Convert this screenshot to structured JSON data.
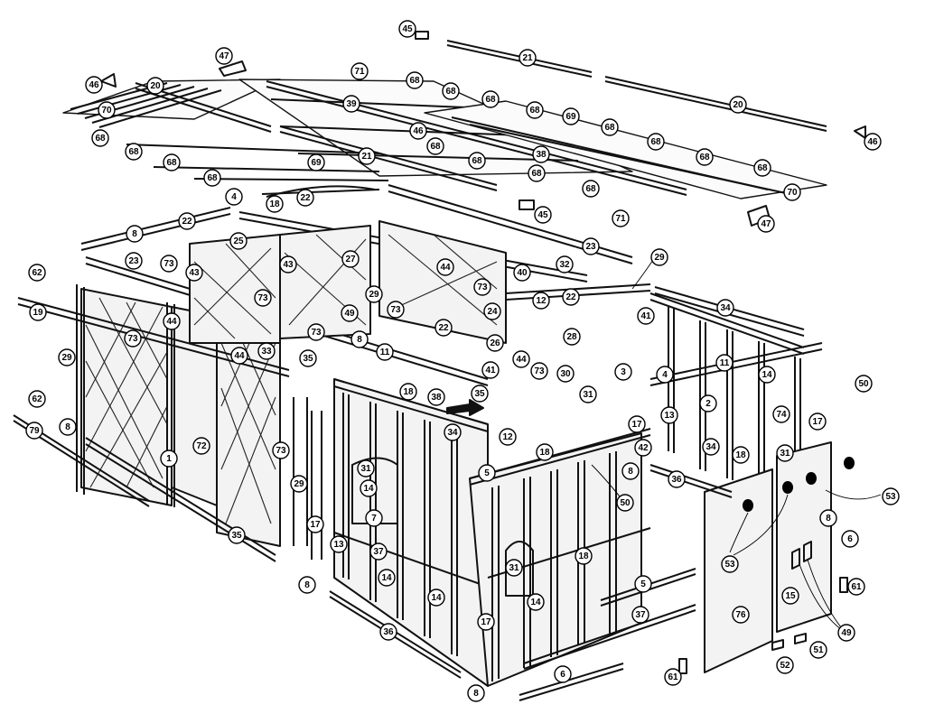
{
  "callouts": [
    {
      "id": "c45a",
      "label": "45"
    },
    {
      "id": "c21a",
      "label": "21"
    },
    {
      "id": "c47a",
      "label": "47"
    },
    {
      "id": "c71a",
      "label": "71"
    },
    {
      "id": "c46a",
      "label": "46"
    },
    {
      "id": "c20a",
      "label": "20"
    },
    {
      "id": "c68a",
      "label": "68"
    },
    {
      "id": "c68b",
      "label": "68"
    },
    {
      "id": "c68c",
      "label": "68"
    },
    {
      "id": "c39a",
      "label": "39"
    },
    {
      "id": "c70a",
      "label": "70"
    },
    {
      "id": "c68d",
      "label": "68"
    },
    {
      "id": "c69a",
      "label": "69"
    },
    {
      "id": "c20b",
      "label": "20"
    },
    {
      "id": "c46b",
      "label": "46"
    },
    {
      "id": "c68e",
      "label": "68"
    },
    {
      "id": "c68f",
      "label": "68"
    },
    {
      "id": "c68g",
      "label": "68"
    },
    {
      "id": "c38a",
      "label": "38"
    },
    {
      "id": "c68h",
      "label": "68"
    },
    {
      "id": "c46c",
      "label": "46"
    },
    {
      "id": "c68i",
      "label": "68"
    },
    {
      "id": "c68j",
      "label": "68"
    },
    {
      "id": "c68k",
      "label": "68"
    },
    {
      "id": "c68l",
      "label": "68"
    },
    {
      "id": "c21b",
      "label": "21"
    },
    {
      "id": "c69b",
      "label": "69"
    },
    {
      "id": "c68m",
      "label": "68"
    },
    {
      "id": "c68n",
      "label": "68"
    },
    {
      "id": "c68o",
      "label": "68"
    },
    {
      "id": "c68p",
      "label": "68"
    },
    {
      "id": "c70b",
      "label": "70"
    },
    {
      "id": "c4a",
      "label": "4"
    },
    {
      "id": "c18a",
      "label": "18"
    },
    {
      "id": "c22a",
      "label": "22"
    },
    {
      "id": "c68q",
      "label": "68"
    },
    {
      "id": "c45b",
      "label": "45"
    },
    {
      "id": "c71b",
      "label": "71"
    },
    {
      "id": "c47b",
      "label": "47"
    },
    {
      "id": "c22b",
      "label": "22"
    },
    {
      "id": "c8a",
      "label": "8"
    },
    {
      "id": "c25a",
      "label": "25"
    },
    {
      "id": "c23a",
      "label": "23"
    },
    {
      "id": "c29a",
      "label": "29"
    },
    {
      "id": "c23b",
      "label": "23"
    },
    {
      "id": "c73a",
      "label": "73"
    },
    {
      "id": "c43a",
      "label": "43"
    },
    {
      "id": "c43b",
      "label": "43"
    },
    {
      "id": "c27a",
      "label": "27"
    },
    {
      "id": "c44a",
      "label": "44"
    },
    {
      "id": "c32a",
      "label": "32"
    },
    {
      "id": "c40a",
      "label": "40"
    },
    {
      "id": "c73b",
      "label": "73"
    },
    {
      "id": "c62a",
      "label": "62"
    },
    {
      "id": "c19a",
      "label": "19"
    },
    {
      "id": "c73c",
      "label": "73"
    },
    {
      "id": "c29b",
      "label": "29"
    },
    {
      "id": "c12a",
      "label": "12"
    },
    {
      "id": "c22c",
      "label": "22"
    },
    {
      "id": "c34a",
      "label": "34"
    },
    {
      "id": "c41a",
      "label": "41"
    },
    {
      "id": "c44b",
      "label": "44"
    },
    {
      "id": "c73d",
      "label": "73"
    },
    {
      "id": "c49a",
      "label": "49"
    },
    {
      "id": "c24a",
      "label": "24"
    },
    {
      "id": "c73e",
      "label": "73"
    },
    {
      "id": "c22d",
      "label": "22"
    },
    {
      "id": "c28a",
      "label": "28"
    },
    {
      "id": "c73f",
      "label": "73"
    },
    {
      "id": "c26a",
      "label": "26"
    },
    {
      "id": "c29c",
      "label": "29"
    },
    {
      "id": "c8b",
      "label": "8"
    },
    {
      "id": "c44c",
      "label": "44"
    },
    {
      "id": "c33a",
      "label": "33"
    },
    {
      "id": "c11a",
      "label": "11"
    },
    {
      "id": "c41b",
      "label": "41"
    },
    {
      "id": "c44d",
      "label": "44"
    },
    {
      "id": "c35a",
      "label": "35"
    },
    {
      "id": "c73g",
      "label": "73"
    },
    {
      "id": "c30a",
      "label": "30"
    },
    {
      "id": "c3a",
      "label": "3"
    },
    {
      "id": "c4b",
      "label": "4"
    },
    {
      "id": "c11b",
      "label": "11"
    },
    {
      "id": "c14a",
      "label": "14"
    },
    {
      "id": "c50a",
      "label": "50"
    },
    {
      "id": "c62b",
      "label": "62"
    },
    {
      "id": "c18b",
      "label": "18"
    },
    {
      "id": "c38b",
      "label": "38"
    },
    {
      "id": "c35b",
      "label": "35"
    },
    {
      "id": "c31a",
      "label": "31"
    },
    {
      "id": "c2a",
      "label": "2"
    },
    {
      "id": "c13a",
      "label": "13"
    },
    {
      "id": "c74a",
      "label": "74"
    },
    {
      "id": "c17a",
      "label": "17"
    },
    {
      "id": "c8c",
      "label": "8"
    },
    {
      "id": "c79a",
      "label": "79"
    },
    {
      "id": "c34b",
      "label": "34"
    },
    {
      "id": "c12b",
      "label": "12"
    },
    {
      "id": "c17b",
      "label": "17"
    },
    {
      "id": "c42a",
      "label": "42"
    },
    {
      "id": "c34c",
      "label": "34"
    },
    {
      "id": "c18c",
      "label": "18"
    },
    {
      "id": "c31b",
      "label": "31"
    },
    {
      "id": "c1a",
      "label": "1"
    },
    {
      "id": "c72a",
      "label": "72"
    },
    {
      "id": "c73h",
      "label": "73"
    },
    {
      "id": "c5a",
      "label": "5"
    },
    {
      "id": "c18d",
      "label": "18"
    },
    {
      "id": "c31c",
      "label": "31"
    },
    {
      "id": "c29d",
      "label": "29"
    },
    {
      "id": "c14b",
      "label": "14"
    },
    {
      "id": "c8d",
      "label": "8"
    },
    {
      "id": "c36a",
      "label": "36"
    },
    {
      "id": "c50b",
      "label": "50"
    },
    {
      "id": "c53a",
      "label": "53"
    },
    {
      "id": "c7a",
      "label": "7"
    },
    {
      "id": "c17c",
      "label": "17"
    },
    {
      "id": "c8e",
      "label": "8"
    },
    {
      "id": "c35c",
      "label": "35"
    },
    {
      "id": "c13b",
      "label": "13"
    },
    {
      "id": "c37a",
      "label": "37"
    },
    {
      "id": "c6a",
      "label": "6"
    },
    {
      "id": "c18e",
      "label": "18"
    },
    {
      "id": "c53b",
      "label": "53"
    },
    {
      "id": "c31d",
      "label": "31"
    },
    {
      "id": "c8f",
      "label": "8"
    },
    {
      "id": "c14c",
      "label": "14"
    },
    {
      "id": "c5b",
      "label": "5"
    },
    {
      "id": "c61a",
      "label": "61"
    },
    {
      "id": "c14d",
      "label": "14"
    },
    {
      "id": "c14e",
      "label": "14"
    },
    {
      "id": "c15a",
      "label": "15"
    },
    {
      "id": "c76a",
      "label": "76"
    },
    {
      "id": "c17d",
      "label": "17"
    },
    {
      "id": "c37b",
      "label": "37"
    },
    {
      "id": "c49b",
      "label": "49"
    },
    {
      "id": "c36b",
      "label": "36"
    },
    {
      "id": "c51a",
      "label": "51"
    },
    {
      "id": "c52a",
      "label": "52"
    },
    {
      "id": "c61b",
      "label": "61"
    },
    {
      "id": "c6b",
      "label": "6"
    },
    {
      "id": "c8g",
      "label": "8"
    }
  ]
}
